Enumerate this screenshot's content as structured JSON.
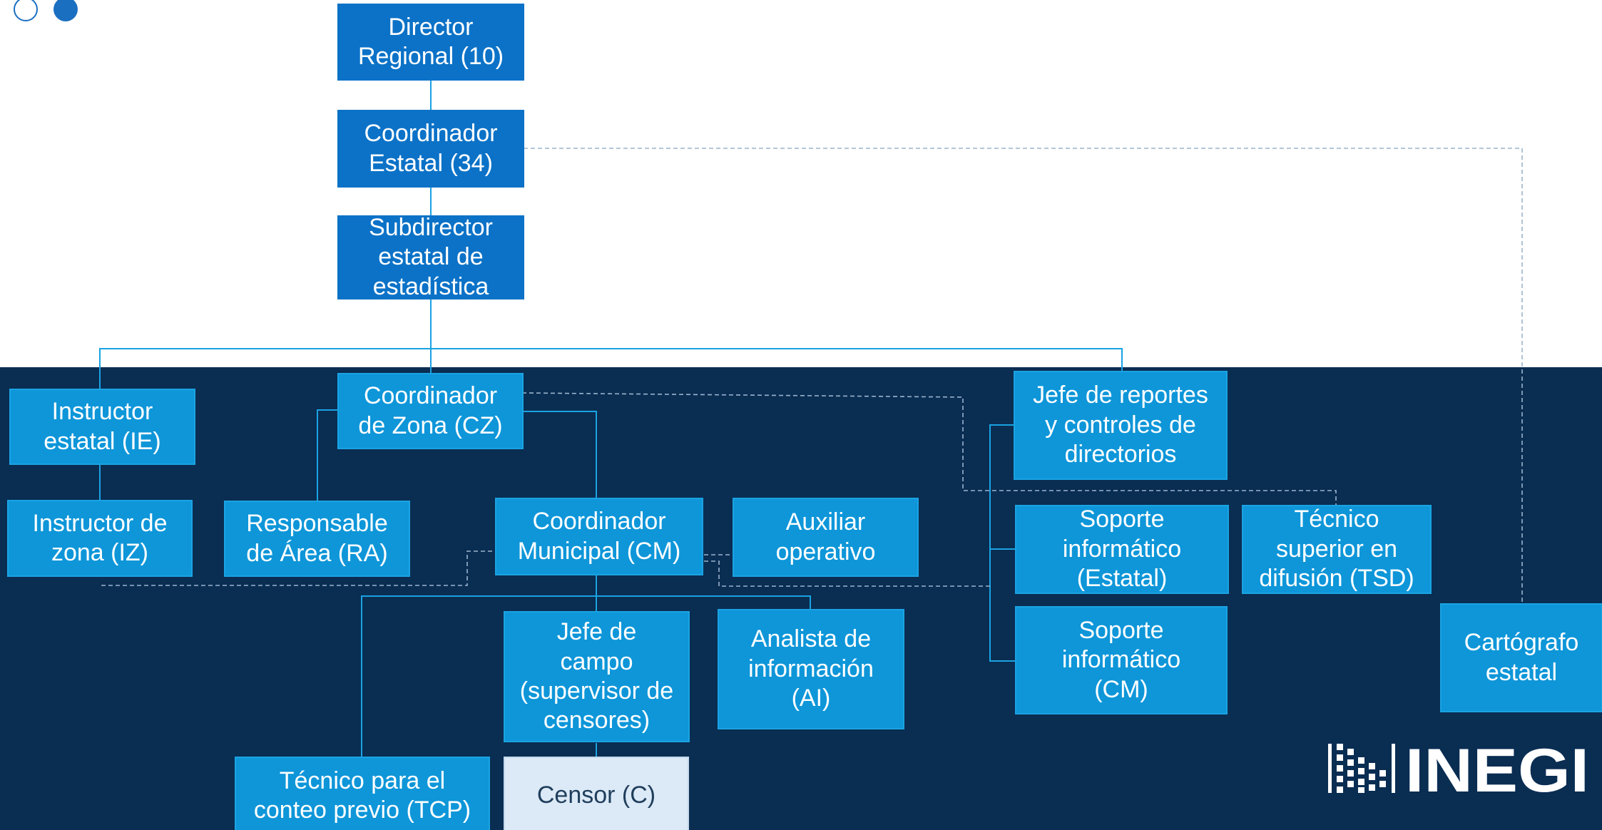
{
  "nodes": {
    "director_regional": "Director\nRegional (10)",
    "coordinador_estatal": "Coordinador\nEstatal (34)",
    "subdirector_estatal": "Subdirector\nestatal de\nestadística",
    "instructor_estatal": "Instructor\nestatal (IE)",
    "coordinador_zona": "Coordinador\nde Zona (CZ)",
    "jefe_reportes": "Jefe de reportes\ny controles de\ndirectorios",
    "instructor_zona": "Instructor de\nzona (IZ)",
    "responsable_area": "Responsable\nde Área (RA)",
    "coordinador_municipal": "Coordinador\nMunicipal (CM)",
    "auxiliar_operativo": "Auxiliar\noperativo",
    "soporte_estatal": "Soporte\ninformático\n(Estatal)",
    "tecnico_superior": "Técnico\nsuperior en\ndifusión (TSD)",
    "jefe_campo": "Jefe de\ncampo\n(supervisor de\ncensores)",
    "analista_info": "Analista de\ninformación\n(AI)",
    "soporte_cm": "Soporte\ninformático\n(CM)",
    "cartografo_estatal": "Cartógrafo\nestatal",
    "tecnico_conteo": "Técnico para el\nconteo previo (TCP)",
    "censor": "Censor (C)"
  },
  "logo": {
    "text": "INEGI"
  },
  "colors": {
    "dark_band": "#0a2d52",
    "top_box": "#0b72c7",
    "mid_box": "#0e96d9",
    "light_box": "#dce9f6",
    "connector": "#1aa3e2",
    "dotted": "#9bb4cc",
    "accent": "#1b6fc1"
  }
}
